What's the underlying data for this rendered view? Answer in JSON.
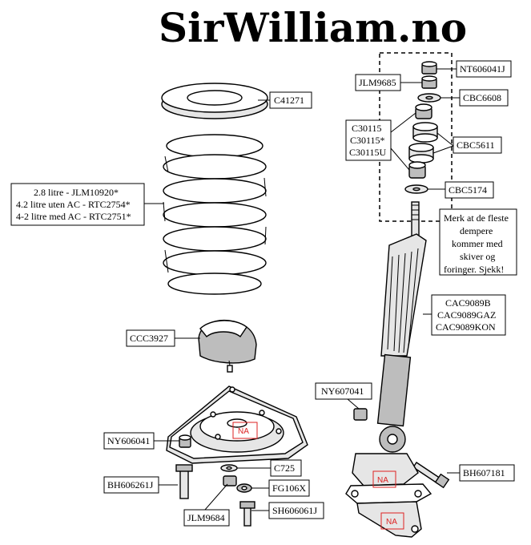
{
  "brand": "SirWilliam.no",
  "labels": {
    "C41271": "C41271",
    "spring_1": "2.8 litre - JLM10920*",
    "spring_2": "4.2 litre uten AC - RTC2754*",
    "spring_3": "4-2 litre med AC - RTC2751*",
    "CCC3927": "CCC3927",
    "NY606041": "NY606041",
    "BH606261J": "BH606261J",
    "JLM9684": "JLM9684",
    "C725": "C725",
    "FG106X": "FG106X",
    "SH606061J": "SH606061J",
    "NT606041J": "NT606041J",
    "JLM9685": "JLM9685",
    "CBC6608": "CBC6608",
    "C30115_1": "C30115",
    "C30115_2": "C30115*",
    "C30115_3": "C30115U",
    "CBC5611": "CBC5611",
    "CBC5174": "CBC5174",
    "note_1": "Merk at de fleste",
    "note_2": "dempere",
    "note_3": "kommer med",
    "note_4": "skiver og",
    "note_5": "foringer. Sjekk!",
    "CAC_1": "CAC9089B",
    "CAC_2": "CAC9089GAZ",
    "CAC_3": "CAC9089KON",
    "NY607041": "NY607041",
    "BH607181": "BH607181"
  },
  "na_marks": {
    "na_1": "NA",
    "na_2": "NA",
    "na_3": "NA"
  },
  "colors": {
    "ink": "#000000",
    "na": "#dd2222"
  }
}
